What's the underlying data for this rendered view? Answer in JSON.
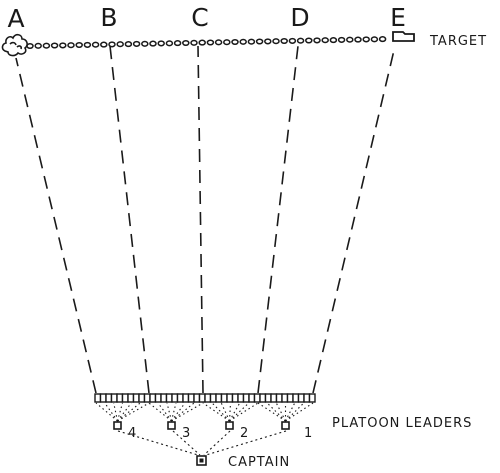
{
  "diagram": {
    "points": [
      {
        "id": "a",
        "label": "A"
      },
      {
        "id": "b",
        "label": "B"
      },
      {
        "id": "c",
        "label": "C"
      },
      {
        "id": "d",
        "label": "D"
      },
      {
        "id": "e",
        "label": "E"
      }
    ],
    "target_label": "TARGET",
    "platoon_leaders_label": "PLATOON LEADERS",
    "platoon_numbers": [
      "4",
      "3",
      "2",
      "1"
    ],
    "captain_label": "CAPTAIN",
    "colors": {
      "ink": "#1a1a1a",
      "paper": "#ffffff"
    },
    "icons": {
      "point_a": "bush-icon",
      "point_e": "house-icon",
      "target_line": "wire-entanglement",
      "leaders": "square-marker",
      "captain": "filled-square-marker"
    }
  }
}
